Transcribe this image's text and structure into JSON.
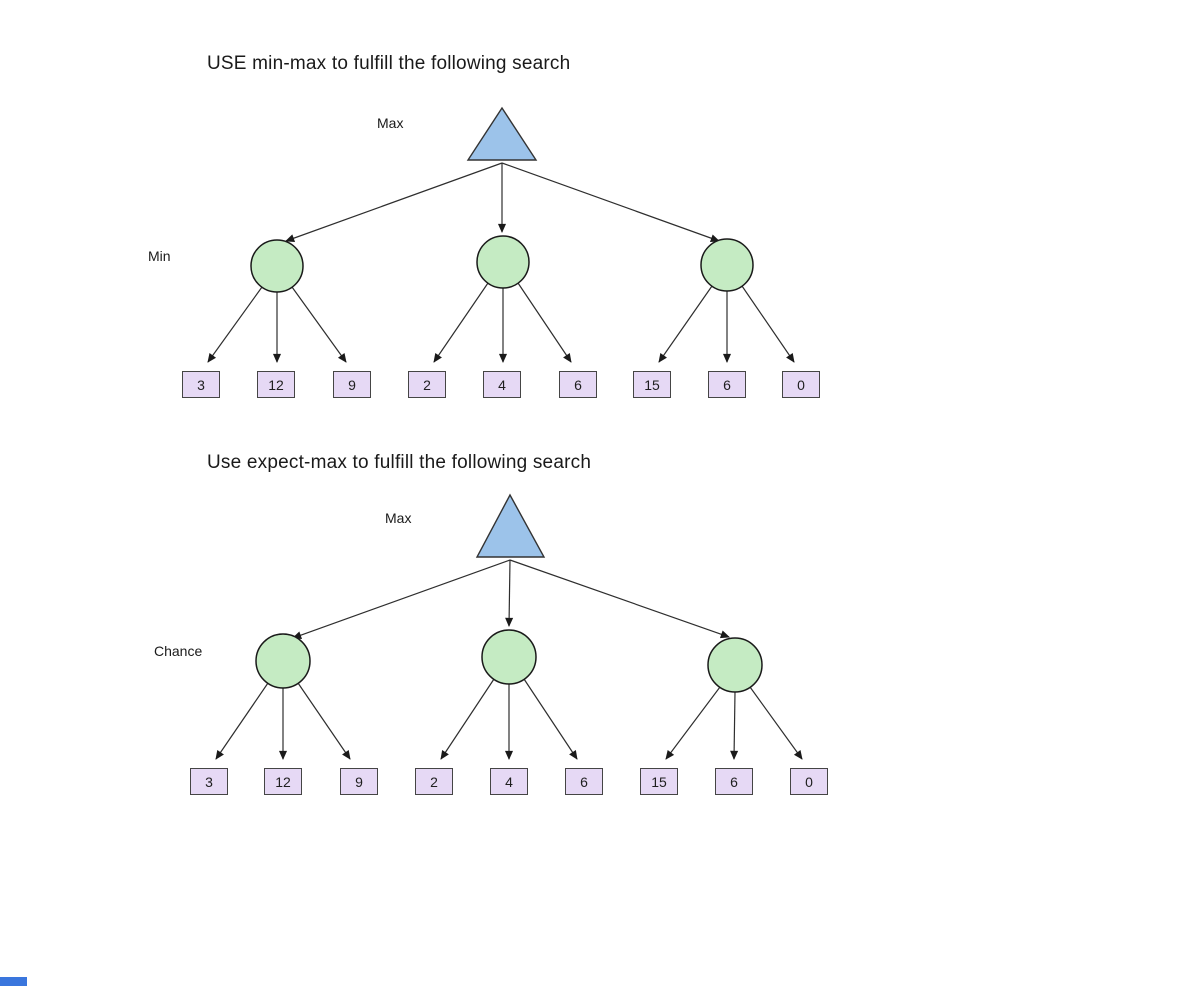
{
  "colors": {
    "background": "#ffffff",
    "max_node_fill": "#9cc3ea",
    "max_node_stroke": "#333333",
    "inner_node_fill": "#c5ebc3",
    "inner_node_stroke": "#1a1a1a",
    "leaf_fill": "#e6d9f5",
    "leaf_stroke": "#454545",
    "edge": "#2e2e2e",
    "corner_fragment": "#3a76dd"
  },
  "minmax_tree": {
    "title": "USE min-max to fulfill the following search",
    "root_label": "Max",
    "second_level_label": "Min",
    "leaves": [
      "3",
      "12",
      "9",
      "2",
      "4",
      "6",
      "15",
      "6",
      "0"
    ]
  },
  "expectmax_tree": {
    "title": "Use expect-max to fulfill the following search",
    "root_label": "Max",
    "second_level_label": "Chance",
    "leaves": [
      "3",
      "12",
      "9",
      "2",
      "4",
      "6",
      "15",
      "6",
      "0"
    ]
  }
}
